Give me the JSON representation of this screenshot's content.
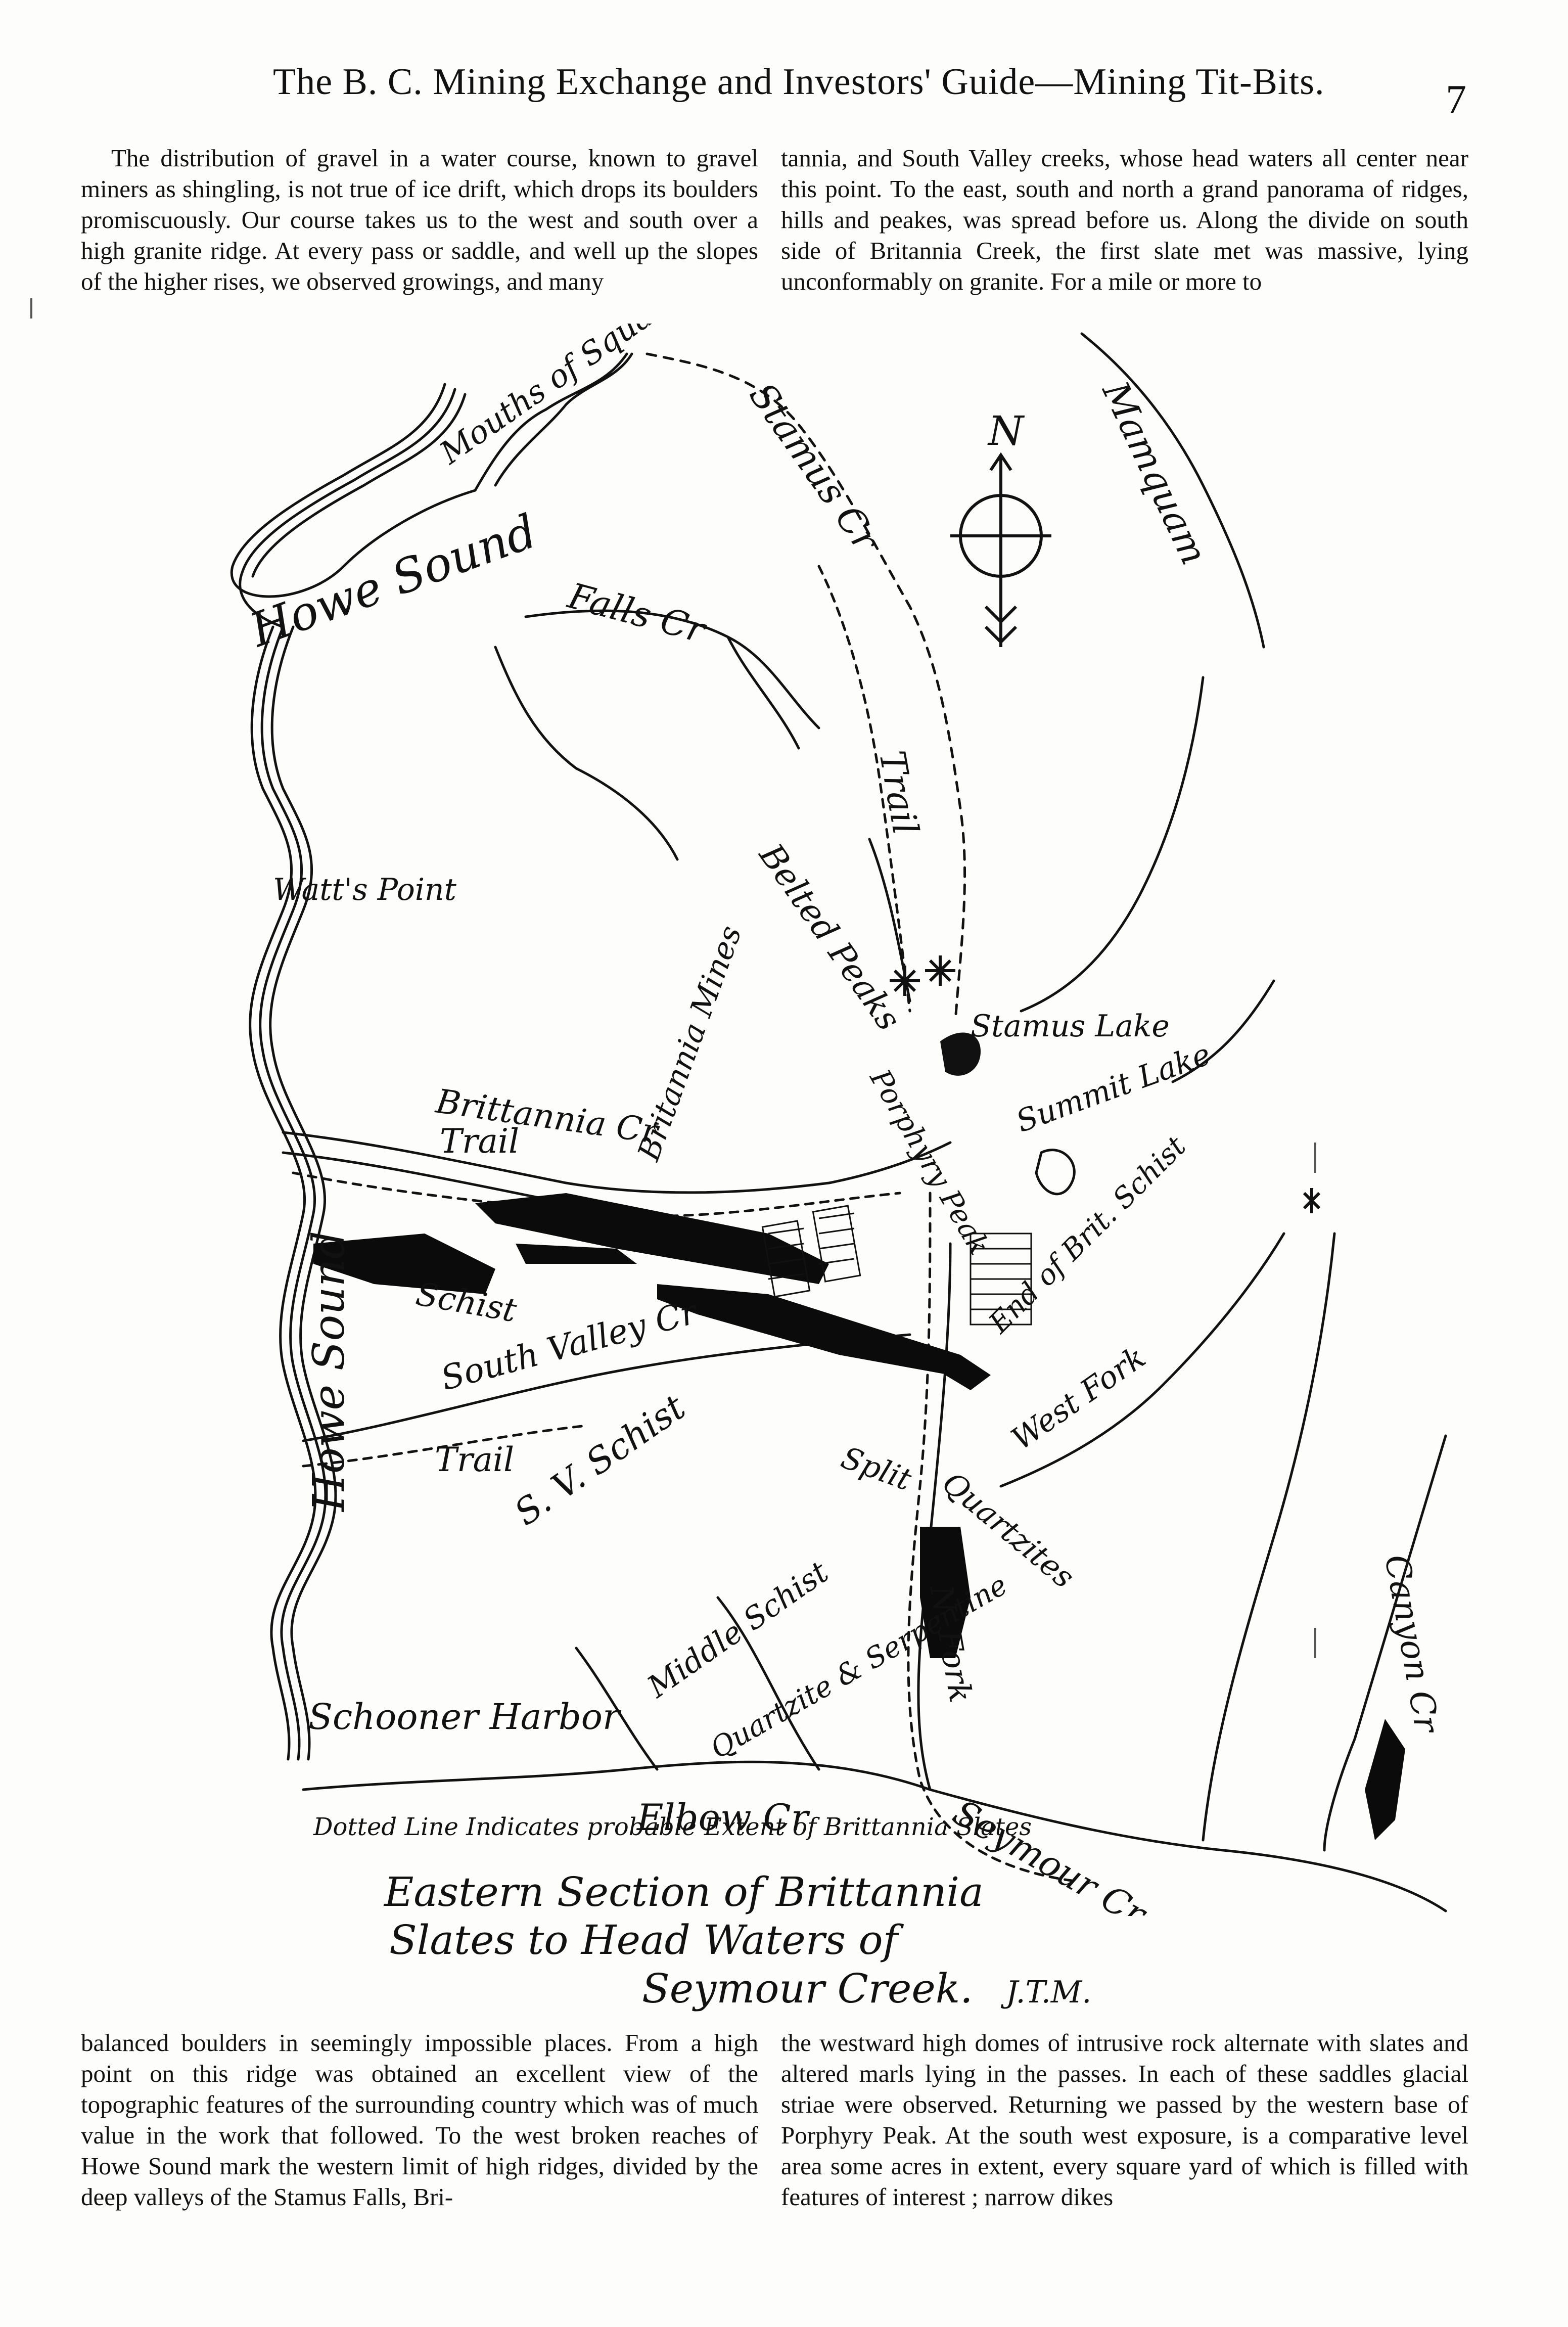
{
  "header": {
    "title": "The B. C. Mining Exchange and Investors' Guide—Mining Tit-Bits.",
    "page_number": "7"
  },
  "text": {
    "top_left": "The distribution of gravel in a water course, known to gravel miners as shingling, is not true of ice drift, which drops its boulders promiscuously. Our course takes us to the west and south over a high granite ridge. At every pass or saddle, and well up the slopes of the higher rises, we observed growings, and many",
    "top_right": "tannia, and South Valley creeks, whose head waters all center near this point. To the east, south and north a grand panorama of ridges, hills and peakes, was spread before us. Along the divide on south side of Britannia Creek, the first slate met was massive, lying unconformably on granite. For a mile or more to",
    "bottom_left": "balanced boulders in seemingly impossible places. From a high point on this ridge was obtained an excellent view of the topographic features of the surrounding country which was of much value in the work that followed. To the west broken reaches of Howe Sound mark the western limit of high ridges, divided by the deep valleys of the Stamus Falls, Bri-",
    "bottom_right": "the westward high domes of intrusive rock alternate with slates and altered marls lying in the passes. In each of these saddles glacial striae were observed. Returning we passed by the western base of Porphyry Peak. At the south west exposure, is a comparative level area some acres in extent, every square yard of which is filled with features of interest ; narrow dikes"
  },
  "map": {
    "labels": {
      "mouths_squamish": "Mouths of Squamish R",
      "stamus_cr": "Stamus Cr",
      "mamquam": "Mamquam",
      "north": "N",
      "howe_sound_top": "Howe Sound",
      "falls_cr": "Falls Cr",
      "trail_north": "Trail",
      "belted_peaks": "Belted Peaks",
      "watts_point": "Watt's Point",
      "britannia_mines": "Britannia Mines",
      "stamus_lake": "Stamus Lake",
      "britannia_cr": "Brittannia Cr",
      "britannia_trail": "Trail",
      "summit_lake": "Summit Lake",
      "porphyry_peak": "Porphyry Peak",
      "end_of_brit_schist": "End of Brit. Schist",
      "howe_sound_side": "Howe Sound",
      "schist": "Schist",
      "south_valley_cr": "South Valley Cr",
      "west_fork": "West Fork",
      "sv_trail": "Trail",
      "sv_schist": "S. V. Schist",
      "split": "Split",
      "quartzites": "Quartzites",
      "n_fork": "N. Fork",
      "middle_schist": "Middle Schist",
      "quartzite_serpentine": "Quartzite & Serpentine",
      "canyon_cr": "Canyon Cr",
      "schooner_harbor": "Schooner Harbor",
      "dotted_line": "Dotted Line Indicates probable Extent of Brittannia Slates",
      "elbow_cr": "Elbow Cr",
      "seymour_cr": "Seymour Cr",
      "caption_1": "Eastern Section of Brittannia",
      "caption_2": "Slates to Head Waters of",
      "caption_3": "Seymour Creek.",
      "initials": "J.T.M."
    }
  }
}
